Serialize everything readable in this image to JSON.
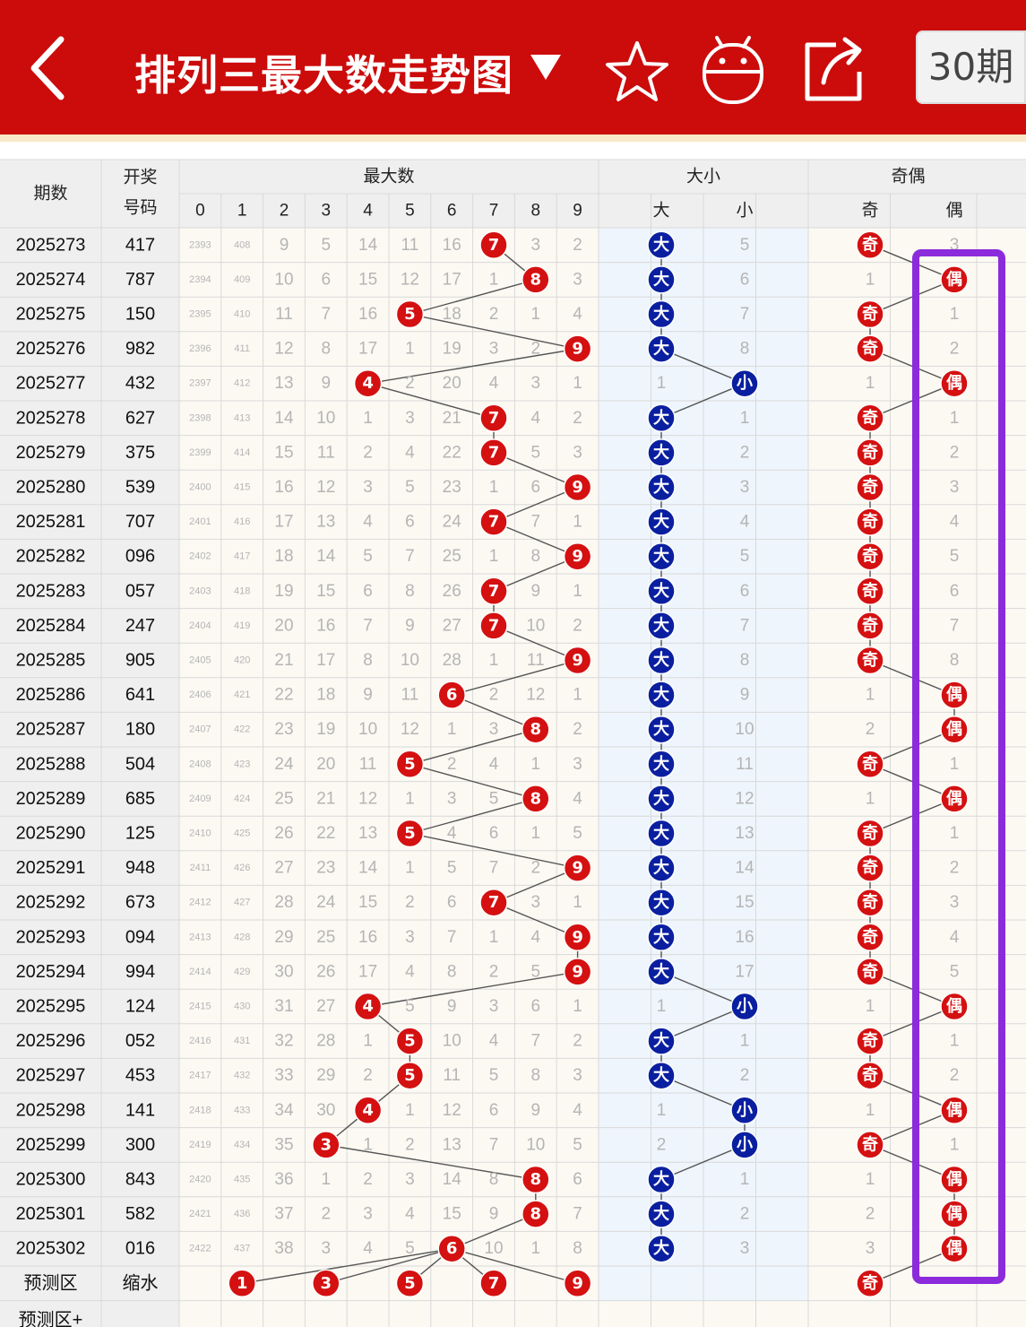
{
  "header": {
    "title": "排列三最大数走势图",
    "period_label": "30期",
    "icons": [
      "back-arrow-icon",
      "dropdown-triangle-icon",
      "star-icon",
      "robot-icon",
      "share-icon"
    ]
  },
  "table": {
    "headers": {
      "issue": "期数",
      "draw_line1": "开奖",
      "draw_line2": "号码",
      "max_group": "最大数",
      "size_group": "大小",
      "parity_group": "奇偶",
      "digits": [
        "0",
        "1",
        "2",
        "3",
        "4",
        "5",
        "6",
        "7",
        "8",
        "9"
      ],
      "big": "大",
      "small": "小",
      "odd": "奇",
      "even": "偶"
    },
    "rows": [
      {
        "issue": "2025273",
        "draw": "417",
        "max": 7,
        "miss": [
          "2393",
          "408",
          "9",
          "5",
          "14",
          "11",
          "16",
          "",
          "3",
          "2"
        ],
        "big": "大",
        "small": "5",
        "odd": "奇",
        "even": "3"
      },
      {
        "issue": "2025274",
        "draw": "787",
        "max": 8,
        "miss": [
          "2394",
          "409",
          "10",
          "6",
          "15",
          "12",
          "17",
          "1",
          "",
          "3"
        ],
        "big": "大",
        "small": "6",
        "odd": "1",
        "even": "偶"
      },
      {
        "issue": "2025275",
        "draw": "150",
        "max": 5,
        "miss": [
          "2395",
          "410",
          "11",
          "7",
          "16",
          "",
          "18",
          "2",
          "1",
          "4"
        ],
        "big": "大",
        "small": "7",
        "odd": "奇",
        "even": "1"
      },
      {
        "issue": "2025276",
        "draw": "982",
        "max": 9,
        "miss": [
          "2396",
          "411",
          "12",
          "8",
          "17",
          "1",
          "19",
          "3",
          "2",
          ""
        ],
        "big": "大",
        "small": "8",
        "odd": "奇",
        "even": "2"
      },
      {
        "issue": "2025277",
        "draw": "432",
        "max": 4,
        "miss": [
          "2397",
          "412",
          "13",
          "9",
          "",
          "2",
          "20",
          "4",
          "3",
          "1"
        ],
        "big": "1",
        "small": "小",
        "odd": "1",
        "even": "偶"
      },
      {
        "issue": "2025278",
        "draw": "627",
        "max": 7,
        "miss": [
          "2398",
          "413",
          "14",
          "10",
          "1",
          "3",
          "21",
          "",
          "4",
          "2"
        ],
        "big": "大",
        "small": "1",
        "odd": "奇",
        "even": "1"
      },
      {
        "issue": "2025279",
        "draw": "375",
        "max": 7,
        "miss": [
          "2399",
          "414",
          "15",
          "11",
          "2",
          "4",
          "22",
          "",
          "5",
          "3"
        ],
        "big": "大",
        "small": "2",
        "odd": "奇",
        "even": "2"
      },
      {
        "issue": "2025280",
        "draw": "539",
        "max": 9,
        "miss": [
          "2400",
          "415",
          "16",
          "12",
          "3",
          "5",
          "23",
          "1",
          "6",
          ""
        ],
        "big": "大",
        "small": "3",
        "odd": "奇",
        "even": "3"
      },
      {
        "issue": "2025281",
        "draw": "707",
        "max": 7,
        "miss": [
          "2401",
          "416",
          "17",
          "13",
          "4",
          "6",
          "24",
          "",
          "7",
          "1"
        ],
        "big": "大",
        "small": "4",
        "odd": "奇",
        "even": "4"
      },
      {
        "issue": "2025282",
        "draw": "096",
        "max": 9,
        "miss": [
          "2402",
          "417",
          "18",
          "14",
          "5",
          "7",
          "25",
          "1",
          "8",
          ""
        ],
        "big": "大",
        "small": "5",
        "odd": "奇",
        "even": "5"
      },
      {
        "issue": "2025283",
        "draw": "057",
        "max": 7,
        "miss": [
          "2403",
          "418",
          "19",
          "15",
          "6",
          "8",
          "26",
          "",
          "9",
          "1"
        ],
        "big": "大",
        "small": "6",
        "odd": "奇",
        "even": "6"
      },
      {
        "issue": "2025284",
        "draw": "247",
        "max": 7,
        "miss": [
          "2404",
          "419",
          "20",
          "16",
          "7",
          "9",
          "27",
          "",
          "10",
          "2"
        ],
        "big": "大",
        "small": "7",
        "odd": "奇",
        "even": "7"
      },
      {
        "issue": "2025285",
        "draw": "905",
        "max": 9,
        "miss": [
          "2405",
          "420",
          "21",
          "17",
          "8",
          "10",
          "28",
          "1",
          "11",
          ""
        ],
        "big": "大",
        "small": "8",
        "odd": "奇",
        "even": "8"
      },
      {
        "issue": "2025286",
        "draw": "641",
        "max": 6,
        "miss": [
          "2406",
          "421",
          "22",
          "18",
          "9",
          "11",
          "",
          "2",
          "12",
          "1"
        ],
        "big": "大",
        "small": "9",
        "odd": "1",
        "even": "偶"
      },
      {
        "issue": "2025287",
        "draw": "180",
        "max": 8,
        "miss": [
          "2407",
          "422",
          "23",
          "19",
          "10",
          "12",
          "1",
          "3",
          "",
          "2"
        ],
        "big": "大",
        "small": "10",
        "odd": "2",
        "even": "偶"
      },
      {
        "issue": "2025288",
        "draw": "504",
        "max": 5,
        "miss": [
          "2408",
          "423",
          "24",
          "20",
          "11",
          "",
          "2",
          "4",
          "1",
          "3"
        ],
        "big": "大",
        "small": "11",
        "odd": "奇",
        "even": "1"
      },
      {
        "issue": "2025289",
        "draw": "685",
        "max": 8,
        "miss": [
          "2409",
          "424",
          "25",
          "21",
          "12",
          "1",
          "3",
          "5",
          "",
          "4"
        ],
        "big": "大",
        "small": "12",
        "odd": "1",
        "even": "偶"
      },
      {
        "issue": "2025290",
        "draw": "125",
        "max": 5,
        "miss": [
          "2410",
          "425",
          "26",
          "22",
          "13",
          "",
          "4",
          "6",
          "1",
          "5"
        ],
        "big": "大",
        "small": "13",
        "odd": "奇",
        "even": "1"
      },
      {
        "issue": "2025291",
        "draw": "948",
        "max": 9,
        "miss": [
          "2411",
          "426",
          "27",
          "23",
          "14",
          "1",
          "5",
          "7",
          "2",
          ""
        ],
        "big": "大",
        "small": "14",
        "odd": "奇",
        "even": "2"
      },
      {
        "issue": "2025292",
        "draw": "673",
        "max": 7,
        "miss": [
          "2412",
          "427",
          "28",
          "24",
          "15",
          "2",
          "6",
          "",
          "3",
          "1"
        ],
        "big": "大",
        "small": "15",
        "odd": "奇",
        "even": "3"
      },
      {
        "issue": "2025293",
        "draw": "094",
        "max": 9,
        "miss": [
          "2413",
          "428",
          "29",
          "25",
          "16",
          "3",
          "7",
          "1",
          "4",
          ""
        ],
        "big": "大",
        "small": "16",
        "odd": "奇",
        "even": "4"
      },
      {
        "issue": "2025294",
        "draw": "994",
        "max": 9,
        "miss": [
          "2414",
          "429",
          "30",
          "26",
          "17",
          "4",
          "8",
          "2",
          "5",
          ""
        ],
        "big": "大",
        "small": "17",
        "odd": "奇",
        "even": "5"
      },
      {
        "issue": "2025295",
        "draw": "124",
        "max": 4,
        "miss": [
          "2415",
          "430",
          "31",
          "27",
          "",
          "5",
          "9",
          "3",
          "6",
          "1"
        ],
        "big": "1",
        "small": "小",
        "odd": "1",
        "even": "偶"
      },
      {
        "issue": "2025296",
        "draw": "052",
        "max": 5,
        "miss": [
          "2416",
          "431",
          "32",
          "28",
          "1",
          "",
          "10",
          "4",
          "7",
          "2"
        ],
        "big": "大",
        "small": "1",
        "odd": "奇",
        "even": "1"
      },
      {
        "issue": "2025297",
        "draw": "453",
        "max": 5,
        "miss": [
          "2417",
          "432",
          "33",
          "29",
          "2",
          "",
          "11",
          "5",
          "8",
          "3"
        ],
        "big": "大",
        "small": "2",
        "odd": "奇",
        "even": "2"
      },
      {
        "issue": "2025298",
        "draw": "141",
        "max": 4,
        "miss": [
          "2418",
          "433",
          "34",
          "30",
          "",
          "1",
          "12",
          "6",
          "9",
          "4"
        ],
        "big": "1",
        "small": "小",
        "odd": "1",
        "even": "偶"
      },
      {
        "issue": "2025299",
        "draw": "300",
        "max": 3,
        "miss": [
          "2419",
          "434",
          "35",
          "",
          "1",
          "2",
          "13",
          "7",
          "10",
          "5"
        ],
        "big": "2",
        "small": "小",
        "odd": "奇",
        "even": "1"
      },
      {
        "issue": "2025300",
        "draw": "843",
        "max": 8,
        "miss": [
          "2420",
          "435",
          "36",
          "1",
          "2",
          "3",
          "14",
          "8",
          "",
          "6"
        ],
        "big": "大",
        "small": "1",
        "odd": "1",
        "even": "偶"
      },
      {
        "issue": "2025301",
        "draw": "582",
        "max": 8,
        "miss": [
          "2421",
          "436",
          "37",
          "2",
          "3",
          "4",
          "15",
          "9",
          "",
          "7"
        ],
        "big": "大",
        "small": "2",
        "odd": "2",
        "even": "偶"
      },
      {
        "issue": "2025302",
        "draw": "016",
        "max": 6,
        "miss": [
          "2422",
          "437",
          "38",
          "3",
          "4",
          "5",
          "",
          "10",
          "1",
          "8"
        ],
        "big": "大",
        "small": "3",
        "odd": "3",
        "even": "偶"
      }
    ],
    "predict": {
      "label": "预测区",
      "shrink": "缩水",
      "balls": [
        "1",
        "3",
        "5",
        "7",
        "9"
      ],
      "odd": "奇"
    },
    "predict_plus": {
      "label": "预测区+"
    },
    "colors": {
      "header_red": "#cc0b0b",
      "ball_red": "#d41010",
      "ball_blue": "#0a1fa0",
      "highlight_purple": "#8b2bdc",
      "link_blue": "#1a3fd0"
    }
  }
}
